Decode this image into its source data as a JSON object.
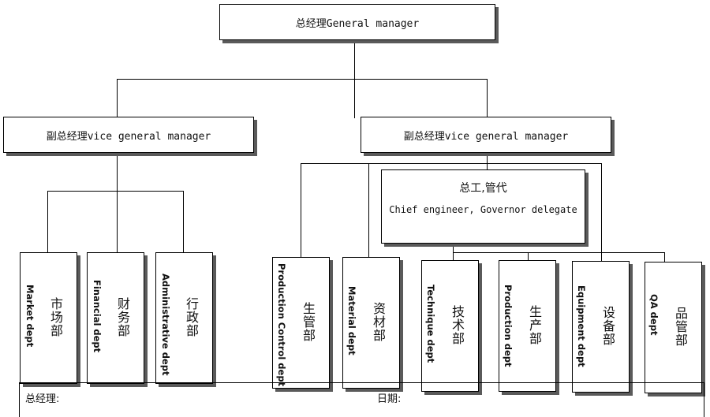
{
  "top": {
    "label": "总经理General manager"
  },
  "vgm_left": {
    "label": "副总经理vice general manager"
  },
  "vgm_right": {
    "label": "副总经理vice general manager"
  },
  "chief": {
    "zh": "总工,管代",
    "en": "Chief engineer, Governor delegate"
  },
  "depts_left": [
    {
      "en": "Market dept",
      "zh": "市场部"
    },
    {
      "en": "Financial dept",
      "zh": "财务部"
    },
    {
      "en": "Administrative dept",
      "zh": "行政部"
    }
  ],
  "depts_right": [
    {
      "en": "Production Control dept",
      "zh": "生管部"
    },
    {
      "en": "Material  dept",
      "zh": "资材部"
    },
    {
      "en": "Technique dept",
      "zh": "技术部"
    },
    {
      "en": "Production dept",
      "zh": "生产部"
    },
    {
      "en": "Equipment dept",
      "zh": "设备部"
    },
    {
      "en": "QA  dept",
      "zh": "品管部"
    }
  ],
  "footer": {
    "left_label": "总经理:",
    "right_label": "日期:"
  }
}
